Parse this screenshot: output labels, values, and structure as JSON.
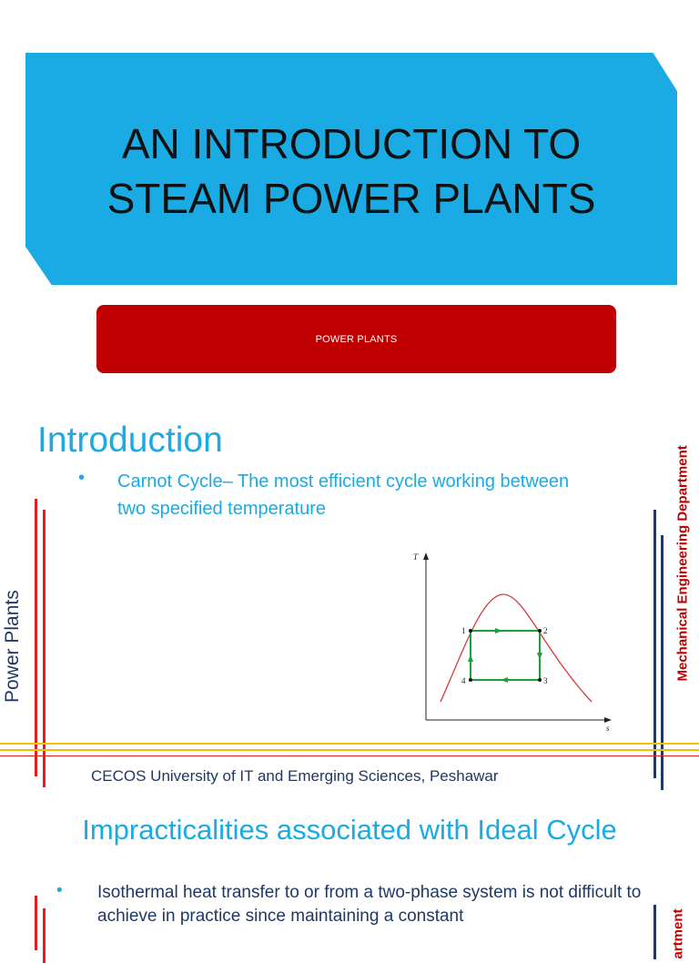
{
  "slide1": {
    "title_line1": "AN INTRODUCTION TO",
    "title_line2": "STEAM POWER PLANTS",
    "subtitle": "POWER PLANTS"
  },
  "slide2": {
    "heading": "Introduction",
    "bullet_mark": "•",
    "bullet_text": "Carnot Cycle– The most efficient cycle working between two specified temperature",
    "left_label": "Power Plants",
    "right_label": "Mechanical Engineering Department",
    "footer": "CECOS University of IT and Emerging Sciences, Peshawar",
    "diagram": {
      "axis_y": "T",
      "axis_x": "s",
      "point_labels": [
        "1",
        "2",
        "3",
        "4"
      ]
    }
  },
  "slide3": {
    "heading": "Impracticalities associated with Ideal Cycle",
    "bullet_mark": "•",
    "bullet_text": "Isothermal heat transfer to or from a two-phase system is not difficult to achieve in practice since maintaining a constant",
    "right_label": "artment"
  },
  "colors": {
    "accent_blue": "#1aabe5",
    "dark_red": "#c00000",
    "navy": "#1f3864",
    "gold": "#f2c200",
    "cycle_green": "#1aa13a",
    "dome_red": "#d63a3a"
  }
}
